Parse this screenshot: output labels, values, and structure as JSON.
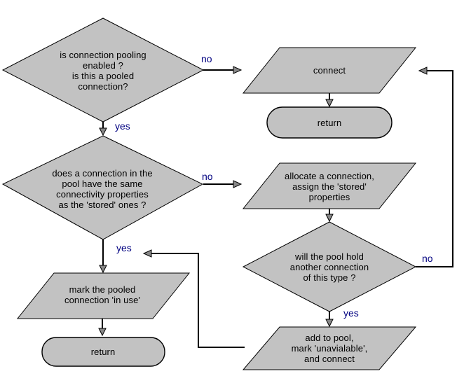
{
  "colors": {
    "background": "#ffffff",
    "shape_fill": "#c2c2c2",
    "shape_border": "#000000",
    "connector": "#000000",
    "arrow_fill": "#878787",
    "label": "#000080",
    "text": "#000000"
  },
  "nodes": {
    "pooling_enabled": {
      "type": "decision",
      "text": "is connection pooling\nenabled ?\nis this a pooled\nconnection?"
    },
    "connect": {
      "type": "io",
      "text": "connect"
    },
    "return_top": {
      "type": "terminator",
      "text": "return"
    },
    "same_properties": {
      "type": "decision",
      "text": "does a connection in the\npool have the same\nconnectivity properties\nas the 'stored' ones ?"
    },
    "allocate": {
      "type": "io",
      "text": "allocate a connection,\nassign the 'stored'\nproperties"
    },
    "pool_hold": {
      "type": "decision",
      "text": "will the pool hold\nanother connection\nof this type ?"
    },
    "mark_in_use": {
      "type": "io",
      "text": "mark the pooled\nconnection 'in use'"
    },
    "return_bottom": {
      "type": "terminator",
      "text": "return"
    },
    "add_to_pool": {
      "type": "io",
      "text": "add to pool,\nmark 'unavialable',\nand connect"
    }
  },
  "edge_labels": {
    "pooling_enabled_no": "no",
    "pooling_enabled_yes": "yes",
    "same_properties_no": "no",
    "same_properties_yes": "yes",
    "pool_hold_no": "no",
    "pool_hold_yes": "yes"
  }
}
